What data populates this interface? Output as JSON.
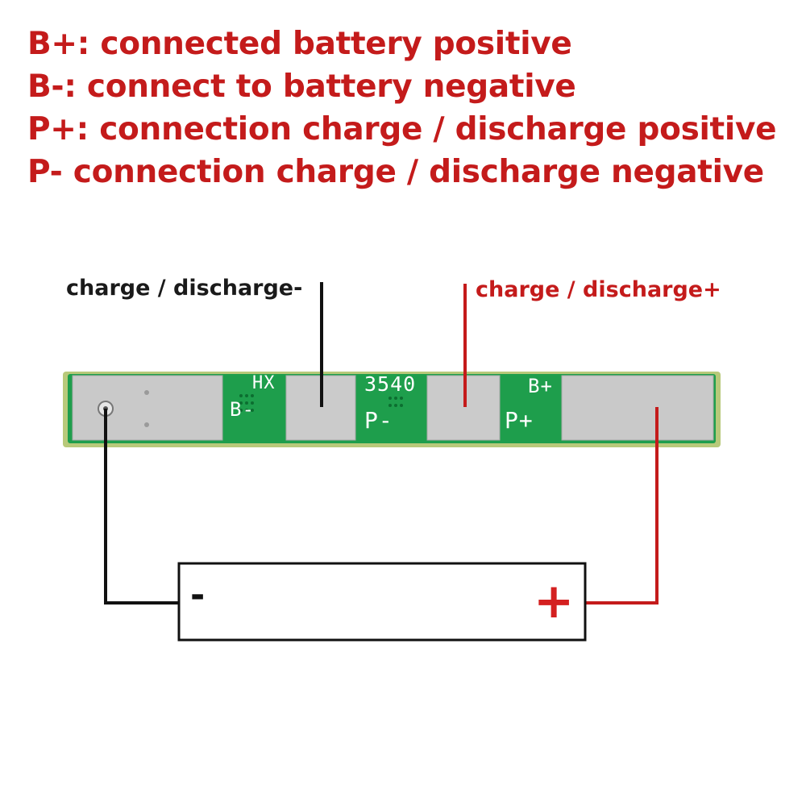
{
  "legend": [
    "B+: connected battery positive",
    "B-: connect to battery negative",
    "P+: connection charge / discharge positive",
    "P- connection charge / discharge negative"
  ],
  "labels": {
    "discharge_negative": "charge / discharge-",
    "discharge_positive": "charge / discharge+"
  },
  "board": {
    "model_prefix": "HX",
    "model_number": "3540",
    "pad_b_minus": "B-",
    "pad_p_minus": "P-",
    "pad_b_plus": "B+",
    "pad_p_plus": "P+"
  },
  "battery": {
    "negative_sign": "-",
    "positive_sign": "+"
  },
  "colors": {
    "text_red": "#c41b1b",
    "pcb_green": "#1e9e4c",
    "pad_silver": "#c9c9c9",
    "wire_black": "#111111",
    "wire_red": "#c41b1b"
  }
}
